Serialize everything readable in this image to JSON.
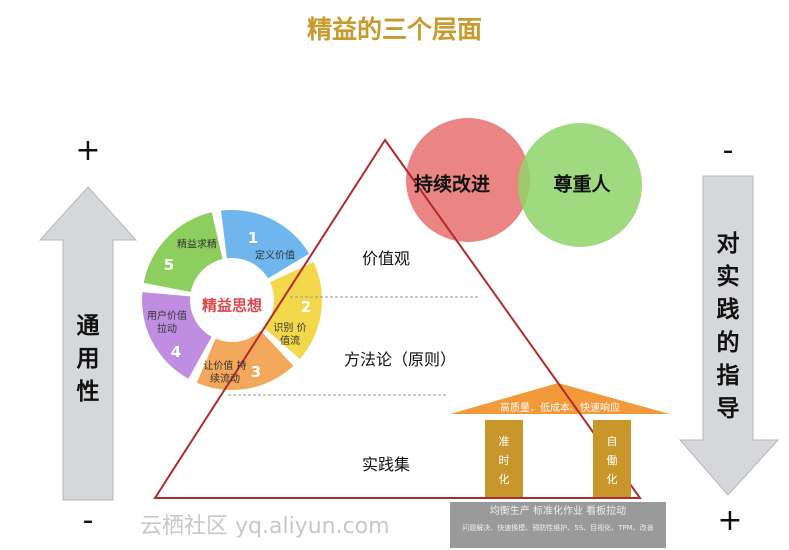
{
  "title": "精益的三个层面",
  "left": {
    "top_sign": "+",
    "bottom_sign": "-",
    "label_chars": [
      "通",
      "用",
      "性"
    ]
  },
  "right": {
    "top_sign": "-",
    "bottom_sign": "+",
    "label_chars": [
      "对",
      "实",
      "践",
      "的",
      "指",
      "导"
    ]
  },
  "circles": {
    "left": "持续改进",
    "right": "尊重人",
    "left_color": "#e8706f",
    "right_color": "#8fd36a"
  },
  "pyramid": {
    "levels": [
      "价值观",
      "方法论（原则）",
      "实践集"
    ],
    "line_color": "#b22a2a"
  },
  "wheel": {
    "center": "精益思想",
    "segments": [
      {
        "num": "1",
        "label": "定义价值",
        "color": "#6fb6ef"
      },
      {
        "num": "2",
        "label": "识别 价值流",
        "color": "#f2d84a"
      },
      {
        "num": "3",
        "label": "让价值 持续流动",
        "color": "#f2a75a"
      },
      {
        "num": "4",
        "label": "用户价值 拉动",
        "color": "#c08ee0"
      },
      {
        "num": "5",
        "label": "精益求精",
        "color": "#8ccf5e"
      }
    ]
  },
  "house": {
    "roof": "高质量、低成本、快速响应",
    "pillar_left": [
      "准",
      "时",
      "化"
    ],
    "pillar_right": [
      "自",
      "働",
      "化"
    ],
    "base": "均衡生产 标准化作业 看板拉动",
    "base_sub": "问题解决、快速换模、预防性维护、5S、目视化、TPM、改善",
    "watermark": "云栖社区 yq.aliyun.com"
  }
}
